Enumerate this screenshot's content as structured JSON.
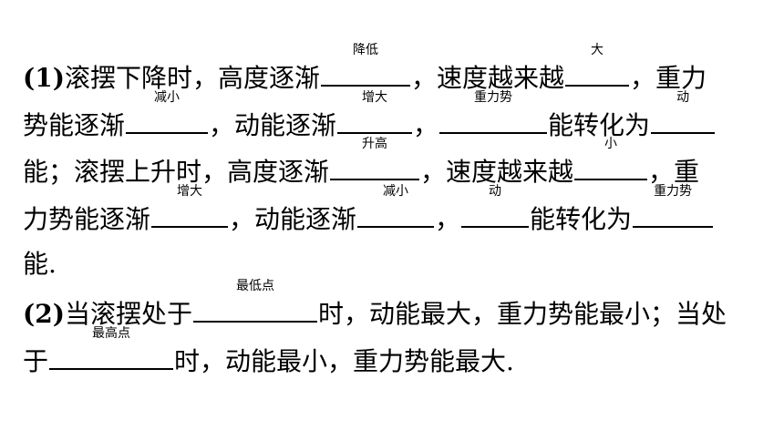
{
  "lines": [
    {
      "segments": [
        {
          "t": "text",
          "bold": true,
          "v": "(1)"
        },
        {
          "t": "text",
          "v": "滚摆下降时，高度逐渐"
        },
        {
          "t": "blank",
          "w": 98,
          "v": "降低"
        },
        {
          "t": "text",
          "v": "，速度越来越"
        },
        {
          "t": "blank",
          "w": 70,
          "v": "大"
        },
        {
          "t": "text",
          "v": "，重力"
        }
      ]
    },
    {
      "segments": [
        {
          "t": "text",
          "v": "势能逐渐"
        },
        {
          "t": "blank",
          "w": 90,
          "v": "减小"
        },
        {
          "t": "text",
          "v": "，动能逐渐"
        },
        {
          "t": "blank",
          "w": 82,
          "v": "增大"
        },
        {
          "t": "text",
          "v": "，"
        },
        {
          "t": "blank",
          "w": 118,
          "v": "重力势"
        },
        {
          "t": "text",
          "v": "能转化为"
        },
        {
          "t": "blank",
          "w": 70,
          "v": "动"
        }
      ]
    },
    {
      "segments": [
        {
          "t": "text",
          "v": "能；滚摆上升时，高度逐渐"
        },
        {
          "t": "blank",
          "w": 98,
          "v": "升高"
        },
        {
          "t": "text",
          "v": "，速度越来越"
        },
        {
          "t": "blank",
          "w": 80,
          "v": "小"
        },
        {
          "t": "text",
          "v": "，重"
        }
      ]
    },
    {
      "segments": [
        {
          "t": "text",
          "v": "力势能逐渐"
        },
        {
          "t": "blank",
          "w": 84,
          "v": "增大"
        },
        {
          "t": "text",
          "v": "，动能逐渐"
        },
        {
          "t": "blank",
          "w": 84,
          "v": "减小"
        },
        {
          "t": "text",
          "v": "，"
        },
        {
          "t": "blank",
          "w": 74,
          "v": "动"
        },
        {
          "t": "text",
          "v": "能转化为"
        },
        {
          "t": "blank",
          "w": 88,
          "v": "重力势"
        }
      ]
    },
    {
      "segments": [
        {
          "t": "text",
          "v": "能."
        }
      ]
    },
    {
      "segments": [
        {
          "t": "text",
          "bold": true,
          "v": "(2)"
        },
        {
          "t": "text",
          "v": "当滚摆处于"
        },
        {
          "t": "blank",
          "w": 136,
          "v": "最低点"
        },
        {
          "t": "text",
          "v": "时，动能最大，重力势能最小；当处"
        }
      ]
    },
    {
      "segments": [
        {
          "t": "text",
          "v": "于"
        },
        {
          "t": "blank",
          "w": 136,
          "v": "最高点"
        },
        {
          "t": "text",
          "v": "时，动能最小，重力势能最大."
        }
      ]
    }
  ]
}
